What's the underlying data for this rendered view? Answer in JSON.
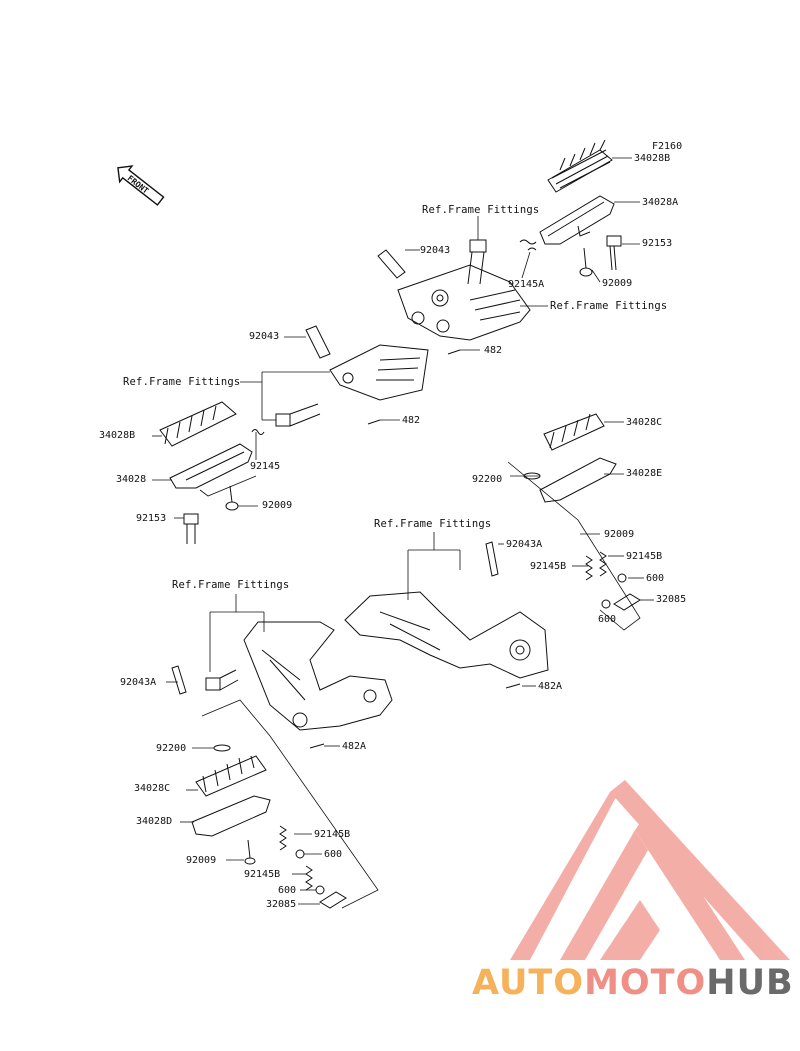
{
  "diagram": {
    "code": "F2160",
    "front_label": "FRONT",
    "ref_label": "Ref.Frame Fittings",
    "parts": {
      "p34028B_top": "34028B",
      "p34028A": "34028A",
      "p92153_r": "92153",
      "p92009_r": "92009",
      "p92043_t": "92043",
      "p92145A": "92145A",
      "p482_t": "482",
      "p92043_m": "92043",
      "p482_m": "482",
      "p34028B_l": "34028B",
      "p92145_l": "92145",
      "p34028_l": "34028",
      "p92009_l": "92009",
      "p92153_l": "92153",
      "p34028C_r": "34028C",
      "p92200_r": "92200",
      "p34028E": "34028E",
      "p92009_mr": "92009",
      "p92043A_r": "92043A",
      "p92145B_r1": "92145B",
      "p92145B_r2": "92145B",
      "p600_r1": "600",
      "p32085_r": "32085",
      "p600_r2": "600",
      "p482A_r": "482A",
      "p92043A_l": "92043A",
      "p482A_l": "482A",
      "p92200_l": "92200",
      "p34028C_l": "34028C",
      "p34028D": "34028D",
      "p92145B_l1": "92145B",
      "p600_l1": "600",
      "p92009_bl": "92009",
      "p92145B_l2": "92145B",
      "p600_l2": "600",
      "p32085_l": "32085"
    }
  },
  "watermark": {
    "part1": "AUTO",
    "part2": "MOTO",
    "part3": "HUB",
    "colors": {
      "auto": "#f6b25a",
      "moto": "#ef8f86",
      "hub": "#6a6a6a",
      "triangle": "#ee7a72"
    }
  }
}
